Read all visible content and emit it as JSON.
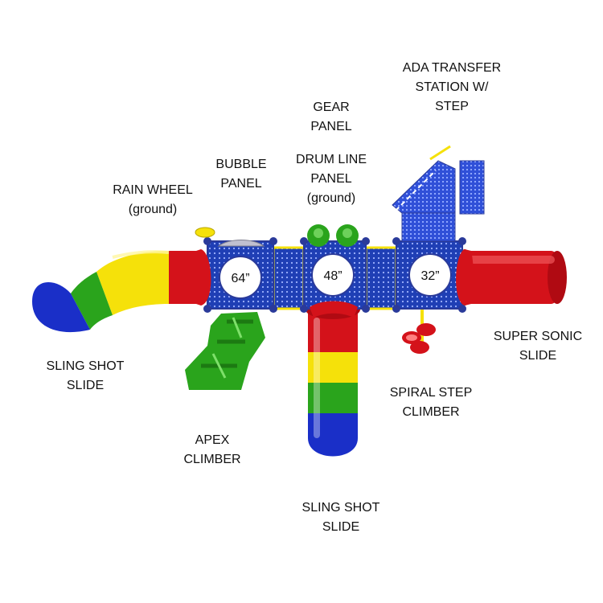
{
  "labels": {
    "ada_transfer": [
      "ADA TRANSFER",
      "STATION W/",
      "STEP"
    ],
    "gear_panel": [
      "GEAR",
      "PANEL"
    ],
    "drum_line_panel": [
      "DRUM LINE",
      "PANEL",
      "(ground)"
    ],
    "bubble_panel": [
      "BUBBLE",
      "PANEL"
    ],
    "rain_wheel": [
      "RAIN WHEEL",
      "(ground)"
    ],
    "sling_shot_left": [
      "SLING SHOT",
      "SLIDE"
    ],
    "apex_climber": [
      "APEX",
      "CLIMBER"
    ],
    "sling_shot_bottom": [
      "SLING SHOT",
      "SLIDE"
    ],
    "spiral_step_climber": [
      "SPIRAL STEP",
      "CLIMBER"
    ],
    "super_sonic_slide": [
      "SUPER SONIC",
      "SLIDE"
    ]
  },
  "deck_heights": [
    "64”",
    "48”",
    "32”"
  ],
  "colors": {
    "deck": "#1f3fb5",
    "deck_dots": "#9fb3ff",
    "red": "#d4121a",
    "yellow": "#f5e10a",
    "green": "#2aa41c",
    "blue": "#1a2fc8",
    "post": "#2a3a9a"
  },
  "icons": [
    "rain-wheel-icon",
    "bubble-panel-icon",
    "gear-panel-icon",
    "spiral-climber-icon"
  ]
}
